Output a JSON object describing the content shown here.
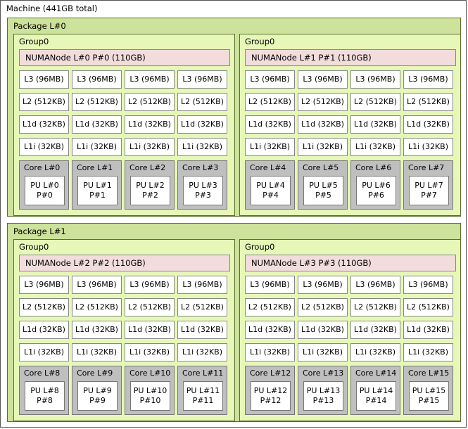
{
  "machine": {
    "label": "Machine (441GB total)",
    "colors": {
      "machine_border": "#555555",
      "machine_bg": "#ffffff",
      "package_bg": "#cde29a",
      "group_bg": "#e6f7b8",
      "numanode_bg": "#f2dcdc",
      "cache_bg": "#ffffff",
      "core_bg": "#bfbfbf",
      "pu_bg": "#ffffff",
      "box_border": "#888888",
      "green_border": "#5b6e2e"
    }
  },
  "packages": [
    {
      "label": "Package L#0",
      "groups": [
        {
          "label": "Group0",
          "numanode": "NUMANode L#0 P#0 (110GB)",
          "caches": [
            {
              "l3": "L3 (96MB)",
              "l2": "L2 (512KB)",
              "l1d": "L1d (32KB)",
              "l1i": "L1i (32KB)"
            },
            {
              "l3": "L3 (96MB)",
              "l2": "L2 (512KB)",
              "l1d": "L1d (32KB)",
              "l1i": "L1i (32KB)"
            },
            {
              "l3": "L3 (96MB)",
              "l2": "L2 (512KB)",
              "l1d": "L1d (32KB)",
              "l1i": "L1i (32KB)"
            },
            {
              "l3": "L3 (96MB)",
              "l2": "L2 (512KB)",
              "l1d": "L1d (32KB)",
              "l1i": "L1i (32KB)"
            }
          ],
          "cores": [
            {
              "label": "Core L#0",
              "pu_l": "PU L#0",
              "pu_p": "P#0"
            },
            {
              "label": "Core L#1",
              "pu_l": "PU L#1",
              "pu_p": "P#1"
            },
            {
              "label": "Core L#2",
              "pu_l": "PU L#2",
              "pu_p": "P#2"
            },
            {
              "label": "Core L#3",
              "pu_l": "PU L#3",
              "pu_p": "P#3"
            }
          ]
        },
        {
          "label": "Group0",
          "numanode": "NUMANode L#1 P#1 (110GB)",
          "caches": [
            {
              "l3": "L3 (96MB)",
              "l2": "L2 (512KB)",
              "l1d": "L1d (32KB)",
              "l1i": "L1i (32KB)"
            },
            {
              "l3": "L3 (96MB)",
              "l2": "L2 (512KB)",
              "l1d": "L1d (32KB)",
              "l1i": "L1i (32KB)"
            },
            {
              "l3": "L3 (96MB)",
              "l2": "L2 (512KB)",
              "l1d": "L1d (32KB)",
              "l1i": "L1i (32KB)"
            },
            {
              "l3": "L3 (96MB)",
              "l2": "L2 (512KB)",
              "l1d": "L1d (32KB)",
              "l1i": "L1i (32KB)"
            }
          ],
          "cores": [
            {
              "label": "Core L#4",
              "pu_l": "PU L#4",
              "pu_p": "P#4"
            },
            {
              "label": "Core L#5",
              "pu_l": "PU L#5",
              "pu_p": "P#5"
            },
            {
              "label": "Core L#6",
              "pu_l": "PU L#6",
              "pu_p": "P#6"
            },
            {
              "label": "Core L#7",
              "pu_l": "PU L#7",
              "pu_p": "P#7"
            }
          ]
        }
      ]
    },
    {
      "label": "Package L#1",
      "groups": [
        {
          "label": "Group0",
          "numanode": "NUMANode L#2 P#2 (110GB)",
          "caches": [
            {
              "l3": "L3 (96MB)",
              "l2": "L2 (512KB)",
              "l1d": "L1d (32KB)",
              "l1i": "L1i (32KB)"
            },
            {
              "l3": "L3 (96MB)",
              "l2": "L2 (512KB)",
              "l1d": "L1d (32KB)",
              "l1i": "L1i (32KB)"
            },
            {
              "l3": "L3 (96MB)",
              "l2": "L2 (512KB)",
              "l1d": "L1d (32KB)",
              "l1i": "L1i (32KB)"
            },
            {
              "l3": "L3 (96MB)",
              "l2": "L2 (512KB)",
              "l1d": "L1d (32KB)",
              "l1i": "L1i (32KB)"
            }
          ],
          "cores": [
            {
              "label": "Core L#8",
              "pu_l": "PU L#8",
              "pu_p": "P#8"
            },
            {
              "label": "Core L#9",
              "pu_l": "PU L#9",
              "pu_p": "P#9"
            },
            {
              "label": "Core L#10",
              "pu_l": "PU L#10",
              "pu_p": "P#10"
            },
            {
              "label": "Core L#11",
              "pu_l": "PU L#11",
              "pu_p": "P#11"
            }
          ]
        },
        {
          "label": "Group0",
          "numanode": "NUMANode L#3 P#3 (110GB)",
          "caches": [
            {
              "l3": "L3 (96MB)",
              "l2": "L2 (512KB)",
              "l1d": "L1d (32KB)",
              "l1i": "L1i (32KB)"
            },
            {
              "l3": "L3 (96MB)",
              "l2": "L2 (512KB)",
              "l1d": "L1d (32KB)",
              "l1i": "L1i (32KB)"
            },
            {
              "l3": "L3 (96MB)",
              "l2": "L2 (512KB)",
              "l1d": "L1d (32KB)",
              "l1i": "L1i (32KB)"
            },
            {
              "l3": "L3 (96MB)",
              "l2": "L2 (512KB)",
              "l1d": "L1d (32KB)",
              "l1i": "L1i (32KB)"
            }
          ],
          "cores": [
            {
              "label": "Core L#12",
              "pu_l": "PU L#12",
              "pu_p": "P#12"
            },
            {
              "label": "Core L#13",
              "pu_l": "PU L#13",
              "pu_p": "P#13"
            },
            {
              "label": "Core L#14",
              "pu_l": "PU L#14",
              "pu_p": "P#14"
            },
            {
              "label": "Core L#15",
              "pu_l": "PU L#15",
              "pu_p": "P#15"
            }
          ]
        }
      ]
    }
  ]
}
